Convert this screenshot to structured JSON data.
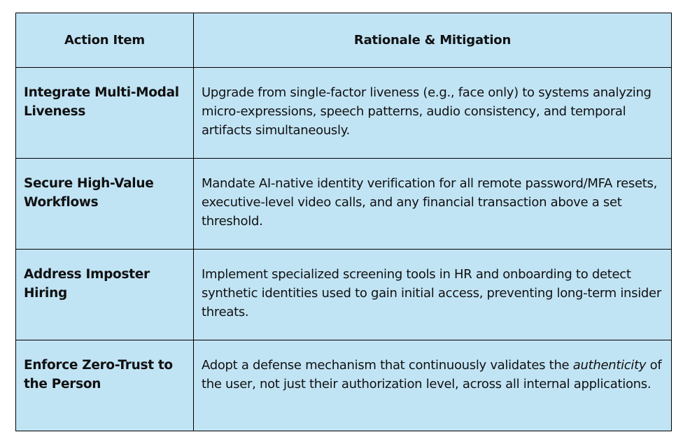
{
  "table": {
    "headers": [
      "Action Item",
      "Rationale & Mitigation"
    ],
    "rows": [
      {
        "action": "Integrate Multi-Modal Liveness",
        "rationale": "Upgrade from single-factor liveness (e.g., face only) to systems analyzing micro-expressions, speech patterns, audio consistency, and temporal artifacts simultaneously."
      },
      {
        "action": "Secure High-Value Workflows",
        "rationale": "Mandate AI-native identity verification for all remote password/MFA resets, executive-level video calls, and any financial transaction above a set threshold."
      },
      {
        "action": "Address Imposter Hiring",
        "rationale": "Implement specialized screening tools in HR and onboarding to detect synthetic identities used to gain initial access, preventing long-term insider threats."
      },
      {
        "action": "Enforce Zero-Trust to the Person",
        "rationale_italic": "authenticity",
        "rationale_pre": "Adopt a defense mechanism that continuously validates the ",
        "rationale_post": " of the user, not just their authorization level, across all internal applications."
      }
    ]
  },
  "colors": {
    "cell_background": "#c1e4f5",
    "border": "#000000",
    "text": "#111111"
  }
}
